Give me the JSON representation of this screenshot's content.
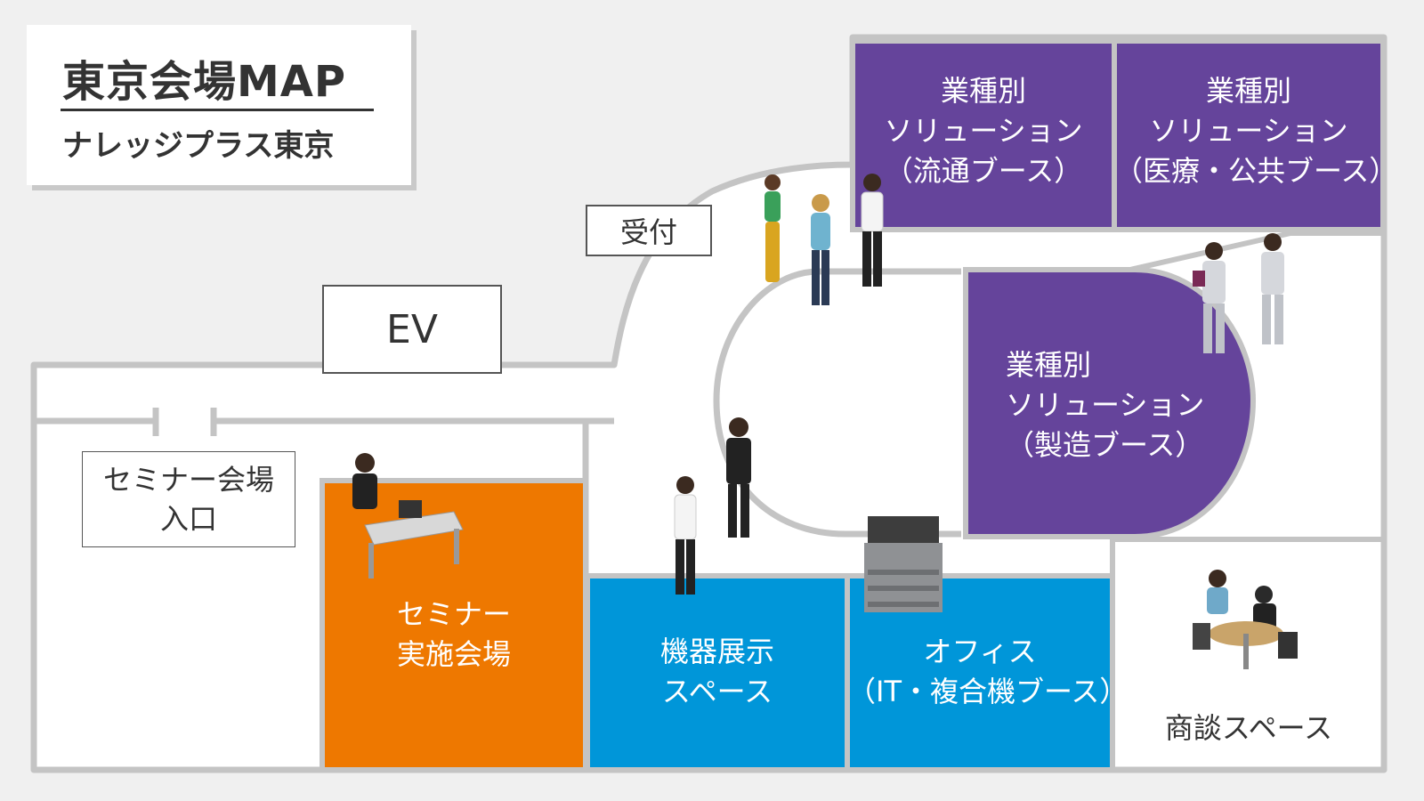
{
  "title": {
    "main": "東京会場MAP",
    "sub": "ナレッジプラス東京"
  },
  "colors": {
    "background": "#f0f0f0",
    "wall": "#c4c4c4",
    "floor": "#ffffff",
    "purple": "#65449b",
    "orange": "#ee7800",
    "blue": "#0096d9",
    "text": "#333333"
  },
  "areas": {
    "retail_booth": {
      "line1": "業種別",
      "line2": "ソリューション",
      "line3": "（流通ブース）"
    },
    "medical_booth": {
      "line1": "業種別",
      "line2": "ソリューション",
      "line3": "（医療・公共ブース）"
    },
    "manufacturing_booth": {
      "line1": "業種別",
      "line2": "ソリューション",
      "line3": "（製造ブース）"
    },
    "seminar_hall": {
      "line1": "セミナー",
      "line2": "実施会場"
    },
    "equipment_space": {
      "line1": "機器展示",
      "line2": "スペース"
    },
    "office_booth": {
      "line1": "オフィス",
      "line2": "（IT・複合機ブース）"
    },
    "meeting_space": {
      "label": "商談スペース"
    }
  },
  "signs": {
    "reception": "受付",
    "elevator": "EV",
    "seminar_entrance_line1": "セミナー会場",
    "seminar_entrance_line2": "入口"
  },
  "icons": [
    "businesswoman-icon",
    "visitor-icon",
    "businessman-icon",
    "engineer-icon",
    "presenter-icon",
    "staff-icon",
    "office-worker-desk-icon",
    "multifunction-printer-icon",
    "meeting-table-icon"
  ]
}
